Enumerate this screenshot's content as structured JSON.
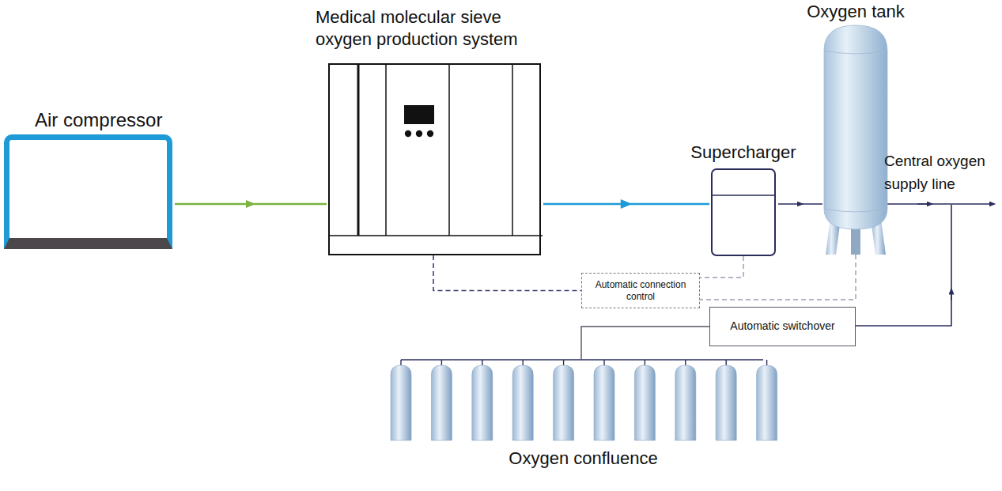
{
  "diagram": {
    "nodes": [
      {
        "text": [
          "Air compressor"
        ]
      },
      {
        "text": [
          "Medical molecular sieve oxygen production system"
        ]
      },
      {
        "text": [
          "Supercharger"
        ]
      },
      {
        "text": [
          "Oxygen tank"
        ]
      },
      {
        "text": [
          "Automatic connection control"
        ]
      },
      {
        "text": [
          "Automatic switchover"
        ]
      },
      {
        "text": [
          "Oxygen confluence"
        ]
      }
    ],
    "edges": [
      {
        "from": 0,
        "to": 1,
        "arrow": "to"
      },
      {
        "from": 1,
        "to": 2,
        "arrow": "to"
      },
      {
        "from": 2,
        "to": 3,
        "arrow": "to"
      },
      {
        "from": 1,
        "to": 4,
        "arrow": "none"
      },
      {
        "from": 2,
        "to": 4,
        "arrow": "none"
      },
      {
        "from": 3,
        "to": 4,
        "arrow": "none"
      },
      {
        "from": 6,
        "to": 5,
        "arrow": "none"
      }
    ],
    "labels": [
      "Central oxygen supply line"
    ]
  }
}
